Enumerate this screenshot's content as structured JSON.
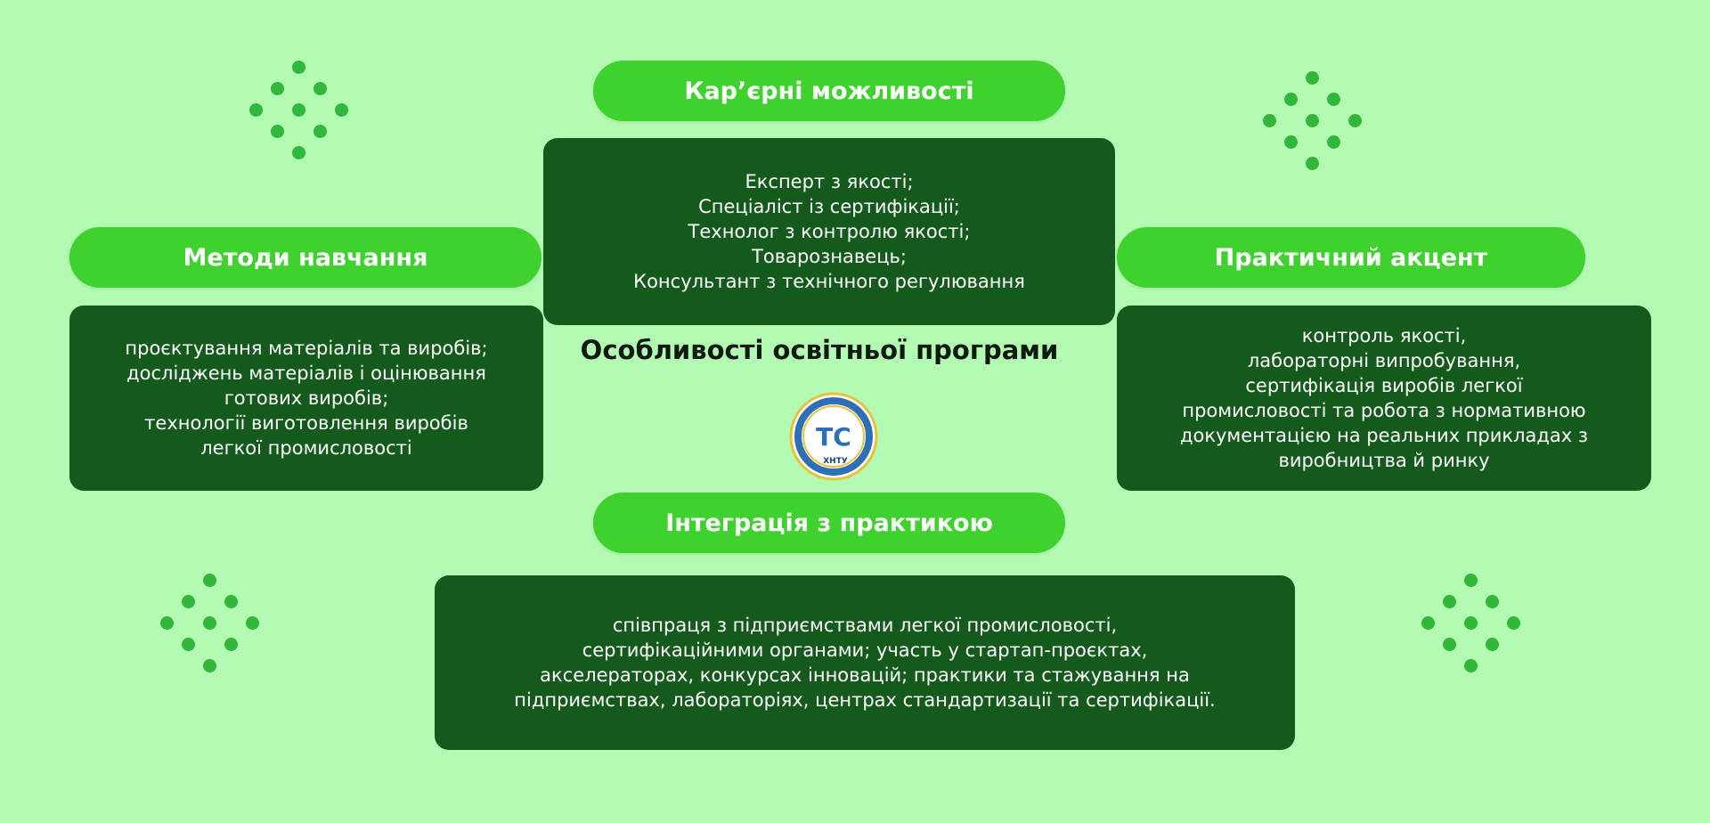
{
  "center_title": "Особливості освітньої програми",
  "logo": {
    "text": "ХНТУ",
    "letters": "ТС"
  },
  "career": {
    "title": "Кар’єрні можливості",
    "items": [
      "Експерт з якості;",
      "Спеціаліст із сертифікації;",
      "Технолог з контролю якості;",
      "Товарознавець;",
      "Консультант з технічного регулювання"
    ]
  },
  "methods": {
    "title": "Методи навчання",
    "lines": [
      "проєктування матеріалів та виробів;",
      "досліджень матеріалів і оцінювання",
      "готових виробів;",
      "технології виготовлення виробів",
      "легкої промисловості"
    ]
  },
  "practical": {
    "title": "Практичний акцент",
    "lines": [
      "контроль якості,",
      "лабораторні випробування,",
      "сертифікація виробів легкої",
      "промисловості та робота з нормативною",
      "документацією на реальних прикладах з",
      "виробництва й ринку"
    ]
  },
  "integration": {
    "title": "Інтеграція з практикою",
    "lines": [
      "співпраця з підприємствами легкої промисловості,",
      "сертифікаційними органами; участь у стартап-проєктах,",
      "акселераторах, конкурсах інновацій; практики та стажування на",
      "підприємствах, лабораторіях, центрах стандартизації та сертифікації."
    ]
  },
  "colors": {
    "background": "#b3fab2",
    "pill": "#3fd12e",
    "box": "#145a1c",
    "dots": "#31b73a"
  }
}
